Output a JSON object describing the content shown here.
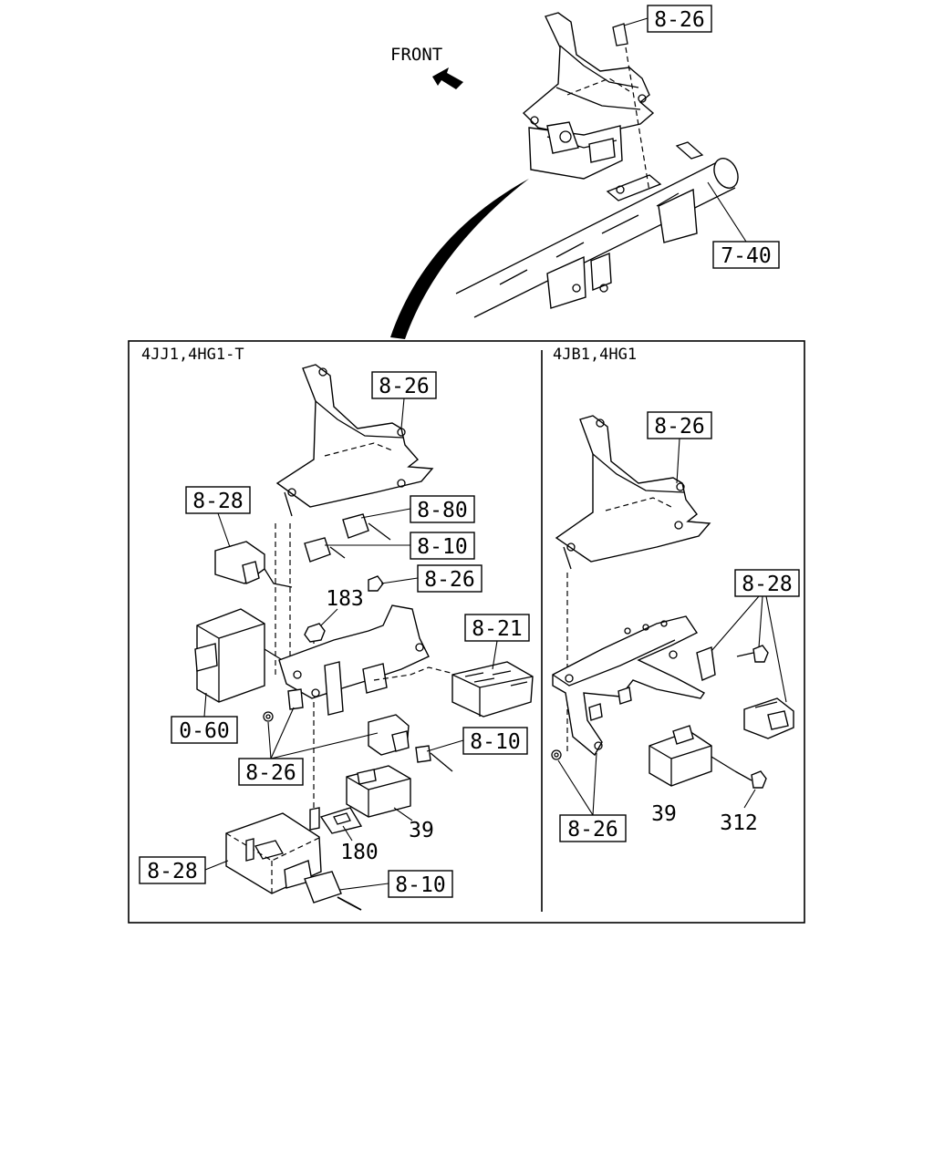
{
  "top": {
    "front_label": "FRONT",
    "callouts": {
      "top_bracket": "8-26",
      "crossmember": "7-40"
    }
  },
  "panel_left": {
    "title": "4JJ1,4HG1-T",
    "callouts": {
      "bracket": "8-26",
      "relay_top": "8-28",
      "connector_a": "8-80",
      "connector_b": "8-10",
      "nut": "8-26",
      "nut_num": "183",
      "module_right": "8-21",
      "ecu_left": "0-60",
      "connector_c": "8-10",
      "bolts": "8-26",
      "unit_39": "39",
      "clip_180": "180",
      "ecu_bottom": "8-28",
      "connector_d": "8-10"
    }
  },
  "panel_right": {
    "title": "4JB1,4HG1",
    "callouts": {
      "bracket": "8-26",
      "relay": "8-28",
      "unit_39": "39",
      "bolt_312": "312",
      "bolts": "8-26"
    }
  }
}
